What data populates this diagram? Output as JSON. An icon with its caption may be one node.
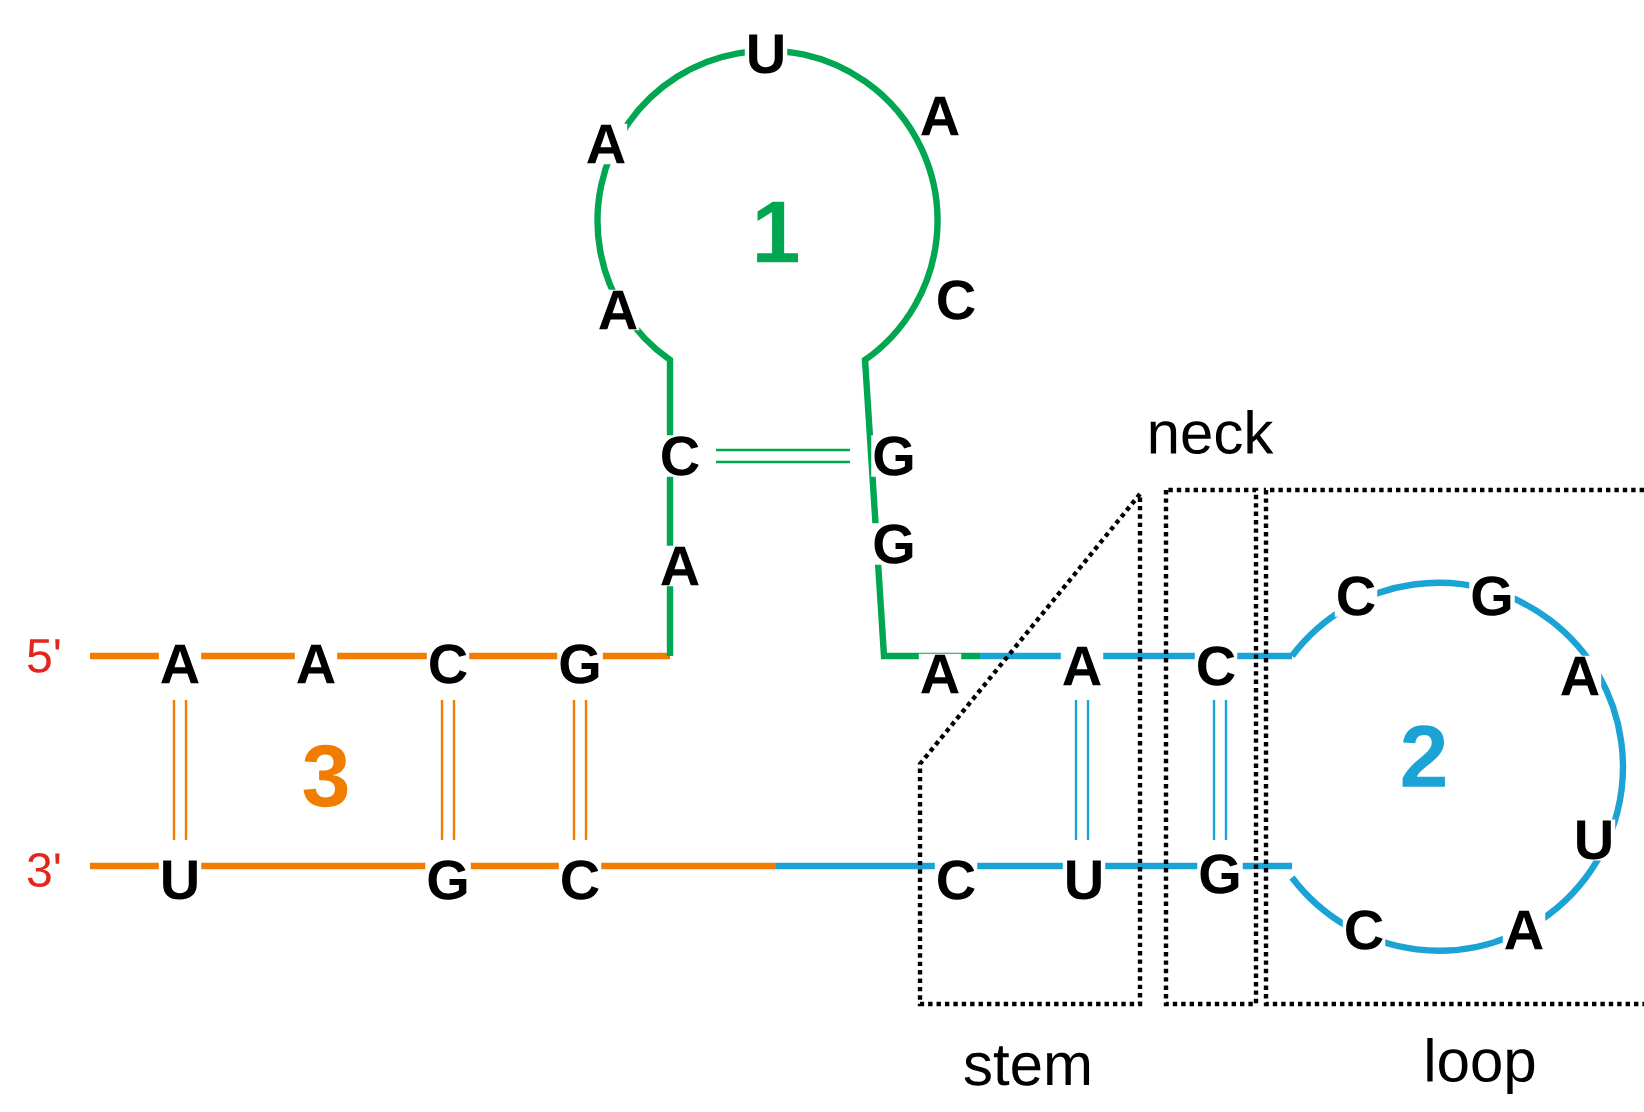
{
  "diagram": {
    "nodes": [
      {
        "text": [
          "stem"
        ]
      },
      {
        "text": [
          "neck"
        ]
      },
      {
        "text": [
          "loop"
        ]
      }
    ],
    "labels": [
      "U",
      "A",
      "A",
      "1",
      "A",
      "C",
      "C",
      "G",
      "A",
      "G",
      "C",
      "G",
      "5'",
      "A",
      "A",
      "C",
      "G",
      "A",
      "A",
      "C",
      "A",
      "3",
      "2",
      "U",
      "3'",
      "U",
      "G",
      "C",
      "C",
      "U",
      "G",
      "C",
      "A"
    ]
  }
}
